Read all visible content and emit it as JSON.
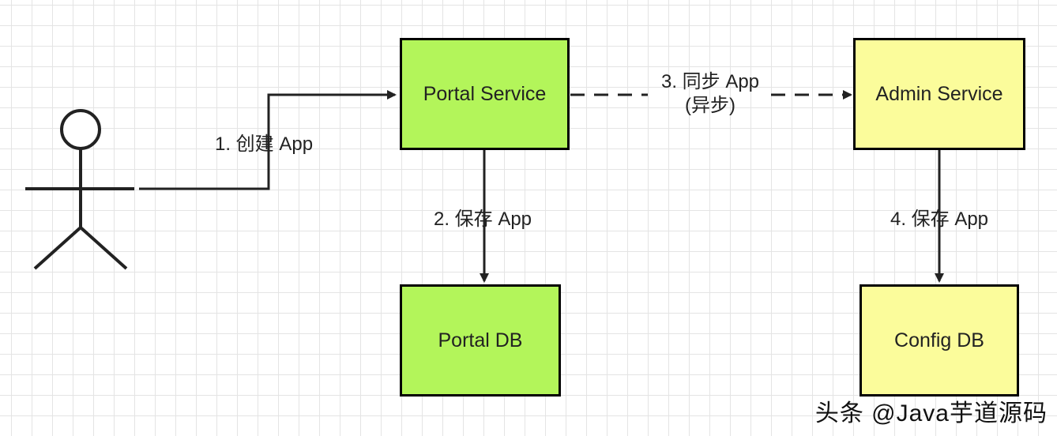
{
  "nodes": {
    "portal_service": "Portal Service",
    "admin_service": "Admin Service",
    "portal_db": "Portal DB",
    "config_db": "Config DB"
  },
  "edges": {
    "create_app": "1. 创建 App",
    "save_app_portal": "2. 保存 App",
    "sync_app_line1": "3. 同步 App",
    "sync_app_line2": "(异步)",
    "save_app_admin": "4. 保存 App"
  },
  "watermark": "头条 @Java芋道源码",
  "colors": {
    "portal_fill": "#b3f55a",
    "admin_fill": "#fbfc9b",
    "stroke": "#000000",
    "line": "#222222"
  }
}
